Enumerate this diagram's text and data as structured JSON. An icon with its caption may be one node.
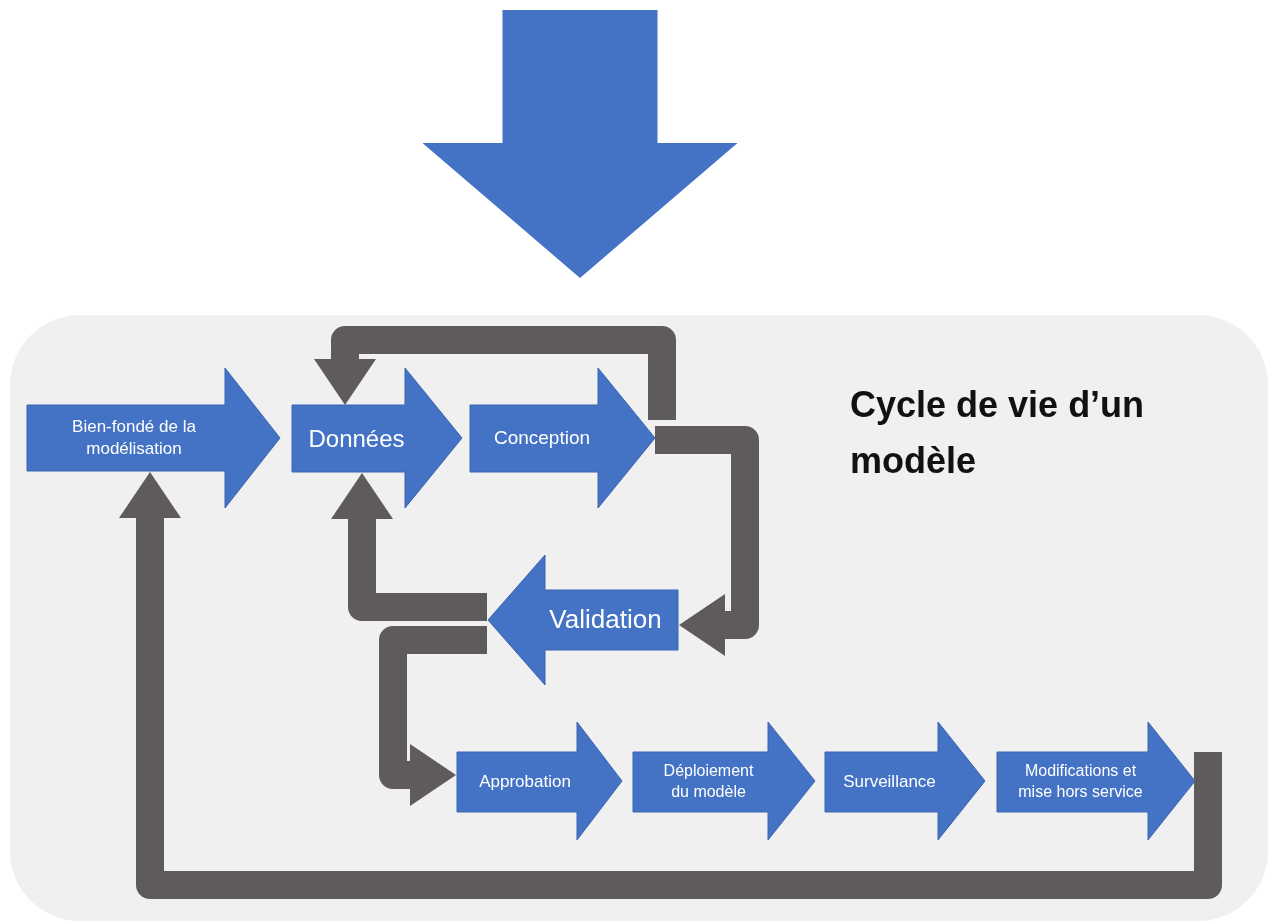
{
  "diagram": {
    "nodes": [
      {
        "text": [
          "Cycle de vie d’un modèle"
        ]
      },
      {
        "text": [
          "Bien-fondé de la modélisation"
        ],
        "in": 0
      },
      {
        "text": [
          "Données"
        ],
        "in": 0
      },
      {
        "text": [
          "Conception"
        ],
        "in": 0
      },
      {
        "text": [
          "Validation"
        ],
        "in": 0
      },
      {
        "text": [
          "Approbation"
        ],
        "in": 0
      },
      {
        "text": [
          "Déploiement du modèle"
        ],
        "in": 0
      },
      {
        "text": [
          "Surveillance"
        ],
        "in": 0
      },
      {
        "text": [
          "Modifications et mise hors service"
        ],
        "in": 0
      }
    ],
    "edges": [
      {
        "from": null,
        "to": 0,
        "arrow": "to",
        "style": "thick",
        "color": "#4472c4"
      },
      {
        "from": 3,
        "to": 2,
        "arrow": "to"
      },
      {
        "from": 3,
        "to": 4,
        "arrow": "to"
      },
      {
        "from": 4,
        "to": 2,
        "arrow": "to"
      },
      {
        "from": 4,
        "to": 5,
        "arrow": "to"
      },
      {
        "from": 8,
        "to": 1,
        "arrow": "to"
      }
    ]
  }
}
